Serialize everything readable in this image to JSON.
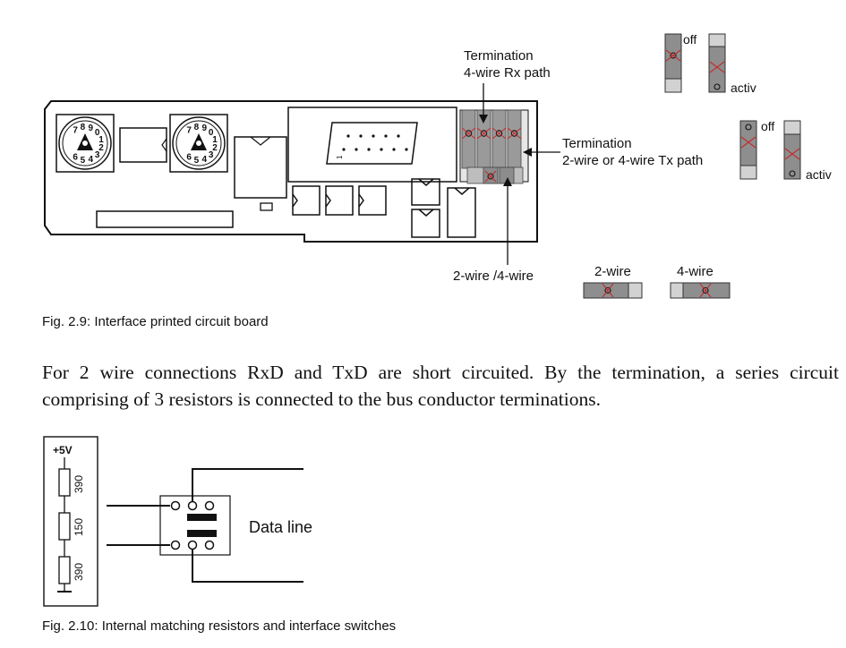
{
  "figure1": {
    "labels": {
      "term_rx": [
        "Termination",
        "4-wire Rx path"
      ],
      "term_tx": [
        "Termination",
        "2-wire or 4-wire Tx path"
      ],
      "two_four_wire": "2-wire /4-wire",
      "off_1": "off",
      "activ_1": "activ",
      "off_2": "off",
      "activ_2": "activ",
      "legend_2wire": "2-wire",
      "legend_4wire": "4-wire"
    },
    "dial_digits": [
      "7",
      "8",
      "9",
      "0",
      "1",
      "2",
      "3",
      "4",
      "5",
      "6"
    ],
    "connector_pin": "1",
    "caption": "Fig. 2.9: Interface printed circuit board"
  },
  "paragraph": "For 2 wire connections RxD and TxD are short circuited. By the termination, a series circuit comprising of 3 resistors is connected to the bus conductor terminations.",
  "figure2": {
    "supply": "+5V",
    "resistors": [
      "390",
      "150",
      "390"
    ],
    "data_line": "Data line",
    "caption": "Fig. 2.10: Internal matching resistors and interface switches"
  }
}
